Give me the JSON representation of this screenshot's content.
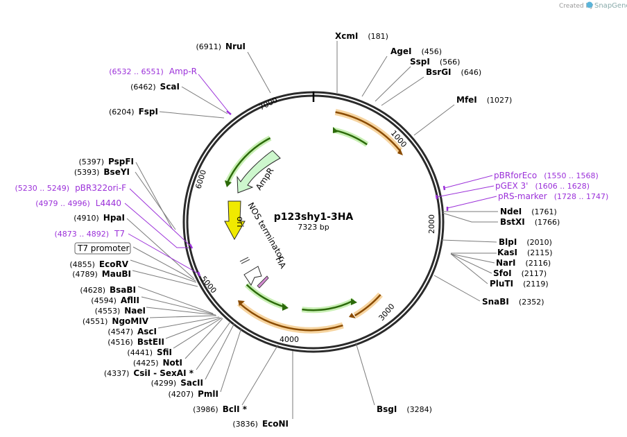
{
  "credit": {
    "created_by": "Created by",
    "brand": "SnapGene"
  },
  "map": {
    "name": "p123shy1-3HA",
    "length": "7323 bp",
    "ticks": [
      "1000",
      "2000",
      "3000",
      "4000",
      "5000",
      "6000",
      "7000"
    ],
    "features": [
      {
        "label": "AmpR"
      },
      {
        "label": "ori"
      },
      {
        "label": "NOS terminator"
      },
      {
        "label": "HA"
      }
    ],
    "t7_promoter": "T7 promoter",
    "sites": [
      {
        "name": "XcmI",
        "pos": "(181)"
      },
      {
        "name": "AgeI",
        "pos": "(456)"
      },
      {
        "name": "SspI",
        "pos": "(566)"
      },
      {
        "name": "BsrGI",
        "pos": "(646)"
      },
      {
        "name": "MfeI",
        "pos": "(1027)"
      },
      {
        "name": "NdeI",
        "pos": "(1761)"
      },
      {
        "name": "BstXI",
        "pos": "(1766)"
      },
      {
        "name": "BlpI",
        "pos": "(2010)"
      },
      {
        "name": "KasI",
        "pos": "(2115)"
      },
      {
        "name": "NarI",
        "pos": "(2116)"
      },
      {
        "name": "SfoI",
        "pos": "(2117)"
      },
      {
        "name": "PluTI",
        "pos": "(2119)"
      },
      {
        "name": "SnaBI",
        "pos": "(2352)"
      },
      {
        "name": "BsgI",
        "pos": "(3284)"
      },
      {
        "name": "EcoNI",
        "pos": "(3836)"
      },
      {
        "name": "BclI *",
        "pos": "(3986)"
      },
      {
        "name": "PmlI",
        "pos": "(4207)"
      },
      {
        "name": "SacII",
        "pos": "(4299)"
      },
      {
        "name": "CsiI  - SexAI *",
        "pos": "(4337)"
      },
      {
        "name": "NotI",
        "pos": "(4425)"
      },
      {
        "name": "SfiI",
        "pos": "(4441)"
      },
      {
        "name": "BstEII",
        "pos": "(4516)"
      },
      {
        "name": "AscI",
        "pos": "(4547)"
      },
      {
        "name": "NgoMIV",
        "pos": "(4551)"
      },
      {
        "name": "NaeI",
        "pos": "(4553)"
      },
      {
        "name": "AflII",
        "pos": "(4594)"
      },
      {
        "name": "BsaBI",
        "pos": "(4628)"
      },
      {
        "name": "MauBI",
        "pos": "(4789)"
      },
      {
        "name": "EcoRV",
        "pos": "(4855)"
      },
      {
        "name": "HpaI",
        "pos": "(4910)"
      },
      {
        "name": "BseYI",
        "pos": "(5393)"
      },
      {
        "name": "PspFI",
        "pos": "(5397)"
      },
      {
        "name": "FspI",
        "pos": "(6204)"
      },
      {
        "name": "ScaI",
        "pos": "(6462)"
      },
      {
        "name": "NruI",
        "pos": "(6911)"
      }
    ],
    "primers": [
      {
        "name": "Amp-R",
        "range": "(6532 .. 6551)"
      },
      {
        "name": "pBRforEco",
        "range": "(1550 .. 1568)"
      },
      {
        "name": "pGEX 3'",
        "range": "(1606 .. 1628)"
      },
      {
        "name": "pRS-marker",
        "range": "(1728 .. 1747)"
      },
      {
        "name": "pBR322ori-F",
        "range": "(5230 .. 5249)"
      },
      {
        "name": "L4440",
        "range": "(4979 .. 4996)"
      },
      {
        "name": "T7",
        "range": "(4873 .. 4892)"
      }
    ],
    "colors": {
      "backbone": "#2a2a2a",
      "primer": "#9b30d9",
      "orange_feature": "#8a4b00",
      "green_feature": "#2c6a0a",
      "ampr_fill": "#cdf7cd",
      "ori_fill": "#f0ea00",
      "ha_fill": "#d48cd2"
    }
  }
}
